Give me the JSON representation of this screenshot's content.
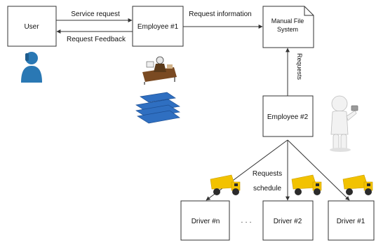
{
  "nodes": {
    "user": "User",
    "employee1": "Employee #1",
    "file_system": {
      "line1": "Manual File",
      "line2": "System"
    },
    "employee2": "Employee #2",
    "driver_n": "Driver #n",
    "driver_2": "Driver #2",
    "driver_1": "Driver #1",
    "ellipsis": "· · ·"
  },
  "edges": {
    "service_request": "Service request",
    "request_feedback": "Request Feedback",
    "request_information": "Request information",
    "requests_vertical": "Requests",
    "requests_schedule": {
      "line1": "Requests",
      "line2": "schedule"
    }
  },
  "icons": {
    "user": "person-phone-icon",
    "employee1": "desk-worker-icon",
    "files": "document-stack-icon",
    "employee2": "3d-person-icon",
    "truck": "dump-truck-icon"
  },
  "colors": {
    "person_blue": "#2a78b4",
    "files_blue": "#2f6fc1",
    "truck_yellow": "#f2c200",
    "truck_dark": "#2b2b2b"
  }
}
